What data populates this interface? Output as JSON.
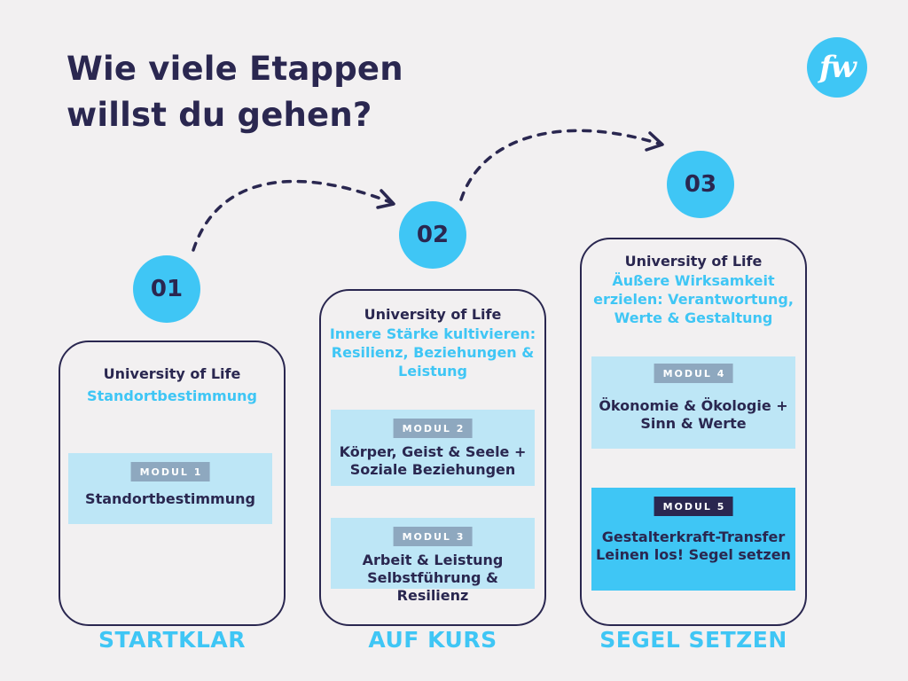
{
  "title": {
    "line1": "Wie viele Etappen",
    "line2": "willst du gehen?"
  },
  "logo": {
    "text": "fw"
  },
  "steps": [
    {
      "number": "01",
      "stage": "STARTKLAR",
      "org": "University of Life",
      "subtitle": [
        "Standortbestimmung"
      ],
      "modules": [
        {
          "badge": "MODUL 1",
          "lines": [
            "Standortbestimmung"
          ]
        }
      ]
    },
    {
      "number": "02",
      "stage": "AUF KURS",
      "org": "University of Life",
      "subtitle": [
        "Innere Stärke kultivieren:",
        "Resilienz, Beziehungen &",
        "Leistung"
      ],
      "modules": [
        {
          "badge": "MODUL 2",
          "lines": [
            "Körper, Geist & Seele +",
            "Soziale Beziehungen"
          ]
        },
        {
          "badge": "MODUL 3",
          "lines": [
            "Arbeit & Leistung",
            "Selbstführung & Resilienz"
          ]
        }
      ]
    },
    {
      "number": "03",
      "stage": "SEGEL SETZEN",
      "org": "University of Life",
      "subtitle": [
        "Äußere Wirksamkeit",
        "erzielen: Verantwortung,",
        "Werte & Gestaltung"
      ],
      "modules": [
        {
          "badge": "MODUL 4",
          "lines": [
            "Ökonomie & Ökologie +",
            "Sinn & Werte"
          ]
        },
        {
          "badge": "MODUL 5",
          "lines": [
            "Gestalterkraft-Transfer",
            "Leinen los! Segel setzen"
          ]
        }
      ]
    }
  ],
  "colors": {
    "accent": "#3fc6f5",
    "dark": "#2a2750",
    "module_bg": "#bde6f6",
    "badge": "#8ea8bf",
    "background": "#f2f0f1"
  }
}
